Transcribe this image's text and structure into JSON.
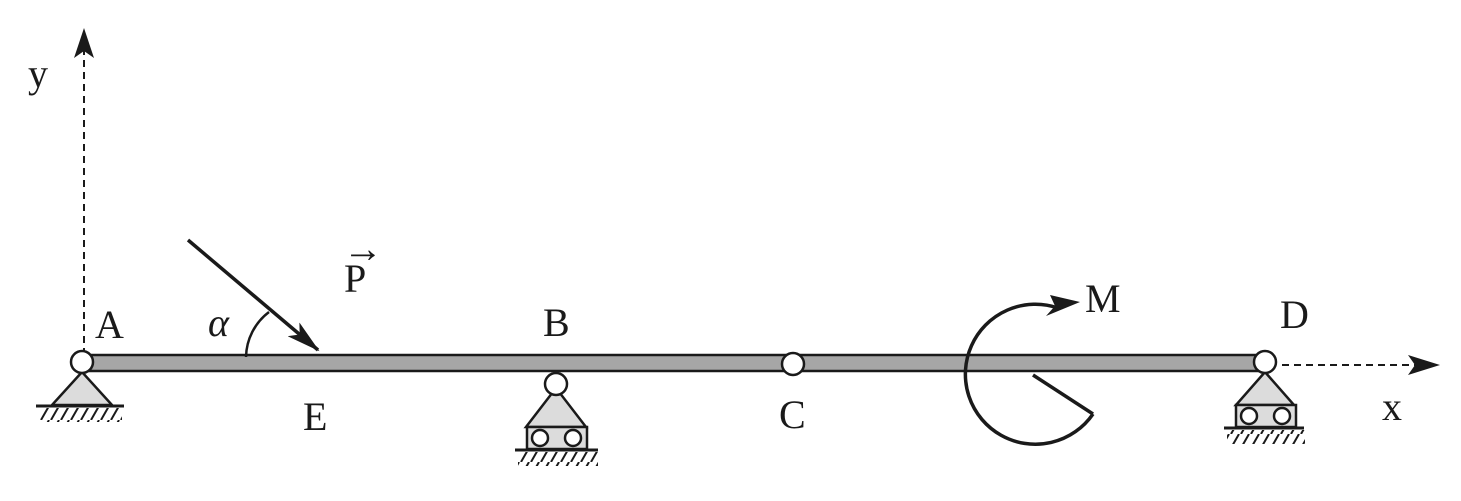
{
  "axes": {
    "x_label": "x",
    "y_label": "y"
  },
  "points": {
    "A": "A",
    "B": "B",
    "C": "C",
    "D": "D",
    "E": "E"
  },
  "loads": {
    "force_label": "P",
    "force_vector_mark": "→",
    "angle_label": "α",
    "moment_label": "M"
  },
  "colors": {
    "beam": "#a6a6a6",
    "support_fill": "#dcdcdc",
    "stroke": "#1a1a1a"
  }
}
